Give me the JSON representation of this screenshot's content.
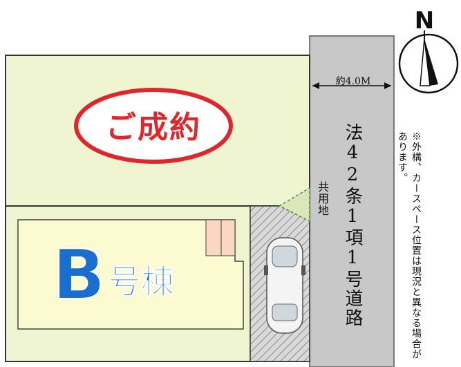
{
  "plan": {
    "sold_label": "ご成約",
    "building_letter": "B",
    "building_suffix": "号棟",
    "road_width": "約4.0M",
    "road_name": "法42条1項1号道路",
    "shared_land": "共用地",
    "note": "※外構、カースペース位置は現況と異なる場合があります。",
    "north": "N"
  },
  "colors": {
    "lot": "#eef5d0",
    "building": "#fbfad0",
    "road": "#c8c8c8",
    "sold_red": "#e0262b",
    "building_blue": "#1a6fce",
    "bay": "#fbd6c0"
  },
  "icons": {
    "car": "car-icon",
    "compass": "north-compass-icon"
  }
}
